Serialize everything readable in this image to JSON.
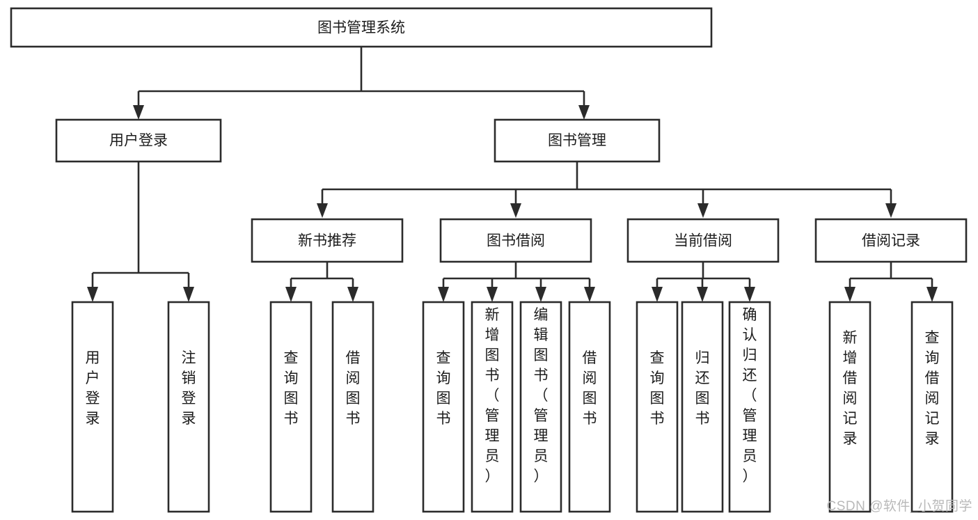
{
  "diagram": {
    "title": "图书管理系统",
    "type": "tree-hierarchy",
    "watermark": "CSDN @软件_小贺同学",
    "colors": {
      "stroke": "#2b2b2b",
      "fill": "#ffffff",
      "text": "#1c1c1c",
      "watermark": "#b9b9b9"
    },
    "nodes": {
      "root": {
        "label": "图书管理系统",
        "level": 1,
        "orientation": "horizontal"
      },
      "l2_user_login": {
        "label": "用户登录",
        "level": 2,
        "orientation": "horizontal"
      },
      "l2_book_mgmt": {
        "label": "图书管理",
        "level": 2,
        "orientation": "horizontal"
      },
      "l3_new_book_rec": {
        "label": "新书推荐",
        "level": 3,
        "orientation": "horizontal"
      },
      "l3_book_borrow": {
        "label": "图书借阅",
        "level": 3,
        "orientation": "horizontal"
      },
      "l3_current_borrow": {
        "label": "当前借阅",
        "level": 3,
        "orientation": "horizontal"
      },
      "l3_borrow_record": {
        "label": "借阅记录",
        "level": 3,
        "orientation": "horizontal"
      },
      "leaf_user_login": {
        "label": "用户登录",
        "level": 4,
        "orientation": "vertical"
      },
      "leaf_logout": {
        "label": "注销登录",
        "level": 4,
        "orientation": "vertical"
      },
      "leaf_query_book_a": {
        "label": "查询图书",
        "level": 4,
        "orientation": "vertical"
      },
      "leaf_borrow_book_a": {
        "label": "借阅图书",
        "level": 4,
        "orientation": "vertical"
      },
      "leaf_query_book_b": {
        "label": "查询图书",
        "level": 4,
        "orientation": "vertical"
      },
      "leaf_add_book": {
        "label": "新增图书（管理员）",
        "level": 4,
        "orientation": "vertical"
      },
      "leaf_edit_book": {
        "label": "编辑图书（管理员）",
        "level": 4,
        "orientation": "vertical"
      },
      "leaf_borrow_book_b": {
        "label": "借阅图书",
        "level": 4,
        "orientation": "vertical"
      },
      "leaf_query_book_c": {
        "label": "查询图书",
        "level": 4,
        "orientation": "vertical"
      },
      "leaf_return_book": {
        "label": "归还图书",
        "level": 4,
        "orientation": "vertical"
      },
      "leaf_confirm_return": {
        "label": "确认归还（管理员）",
        "level": 4,
        "orientation": "vertical"
      },
      "leaf_add_record": {
        "label": "新增借阅记录",
        "level": 4,
        "orientation": "vertical"
      },
      "leaf_query_record": {
        "label": "查询借阅记录",
        "level": 4,
        "orientation": "vertical"
      }
    },
    "edges": [
      {
        "from": "root",
        "to": "l2_user_login"
      },
      {
        "from": "root",
        "to": "l2_book_mgmt"
      },
      {
        "from": "l2_user_login",
        "to": "leaf_user_login"
      },
      {
        "from": "l2_user_login",
        "to": "leaf_logout"
      },
      {
        "from": "l2_book_mgmt",
        "to": "l3_new_book_rec"
      },
      {
        "from": "l2_book_mgmt",
        "to": "l3_book_borrow"
      },
      {
        "from": "l2_book_mgmt",
        "to": "l3_current_borrow"
      },
      {
        "from": "l2_book_mgmt",
        "to": "l3_borrow_record"
      },
      {
        "from": "l3_new_book_rec",
        "to": "leaf_query_book_a"
      },
      {
        "from": "l3_new_book_rec",
        "to": "leaf_borrow_book_a"
      },
      {
        "from": "l3_book_borrow",
        "to": "leaf_query_book_b"
      },
      {
        "from": "l3_book_borrow",
        "to": "leaf_add_book"
      },
      {
        "from": "l3_book_borrow",
        "to": "leaf_edit_book"
      },
      {
        "from": "l3_book_borrow",
        "to": "leaf_borrow_book_b"
      },
      {
        "from": "l3_current_borrow",
        "to": "leaf_query_book_c"
      },
      {
        "from": "l3_current_borrow",
        "to": "leaf_return_book"
      },
      {
        "from": "l3_current_borrow",
        "to": "leaf_confirm_return"
      },
      {
        "from": "l3_borrow_record",
        "to": "leaf_add_record"
      },
      {
        "from": "l3_borrow_record",
        "to": "leaf_query_record"
      }
    ]
  }
}
